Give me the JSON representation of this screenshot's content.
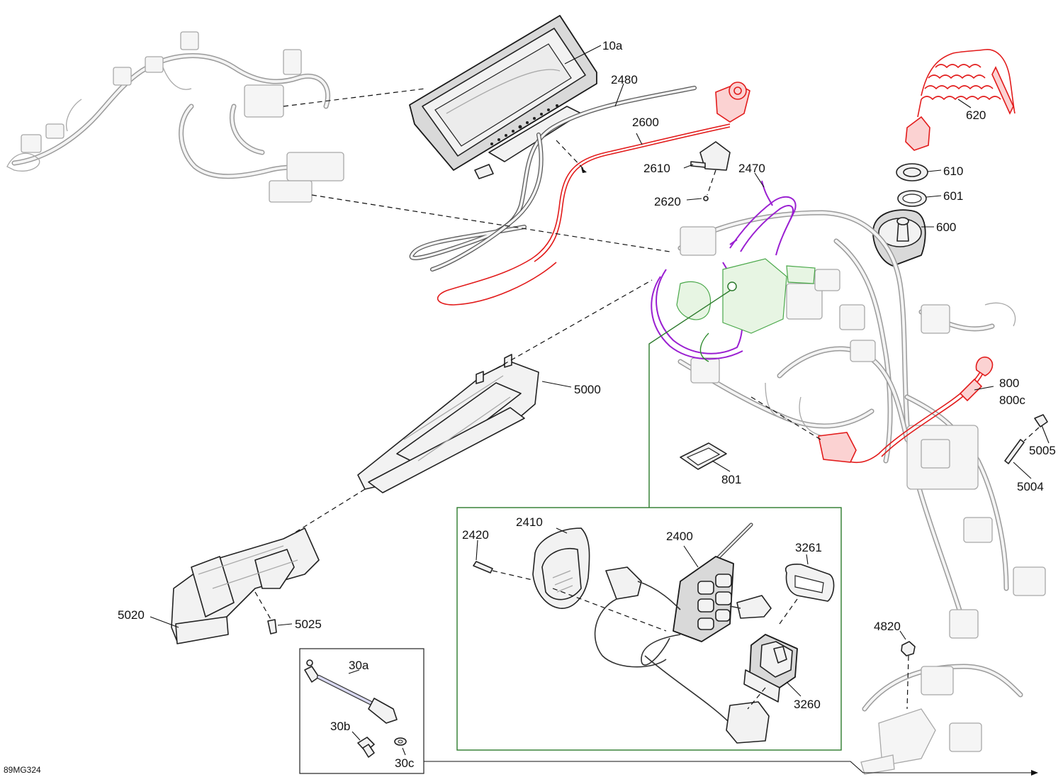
{
  "diagram": {
    "drawing_code": "89MG324",
    "callouts": [
      {
        "id": "10a",
        "text": "10a"
      },
      {
        "id": "2480",
        "text": "2480"
      },
      {
        "id": "2600",
        "text": "2600"
      },
      {
        "id": "2610",
        "text": "2610"
      },
      {
        "id": "2620",
        "text": "2620"
      },
      {
        "id": "2470",
        "text": "2470"
      },
      {
        "id": "620",
        "text": "620"
      },
      {
        "id": "610",
        "text": "610"
      },
      {
        "id": "601",
        "text": "601"
      },
      {
        "id": "600",
        "text": "600"
      },
      {
        "id": "5000",
        "text": "5000"
      },
      {
        "id": "800",
        "text": "800"
      },
      {
        "id": "800c",
        "text": "800c"
      },
      {
        "id": "5005",
        "text": "5005"
      },
      {
        "id": "5004",
        "text": "5004"
      },
      {
        "id": "801",
        "text": "801"
      },
      {
        "id": "2420",
        "text": "2420"
      },
      {
        "id": "2410",
        "text": "2410"
      },
      {
        "id": "2400",
        "text": "2400"
      },
      {
        "id": "3261",
        "text": "3261"
      },
      {
        "id": "3260",
        "text": "3260"
      },
      {
        "id": "5020",
        "text": "5020"
      },
      {
        "id": "5025",
        "text": "5025"
      },
      {
        "id": "4820",
        "text": "4820"
      },
      {
        "id": "30a",
        "text": "30a"
      },
      {
        "id": "30b",
        "text": "30b"
      },
      {
        "id": "30c",
        "text": "30c"
      }
    ],
    "colors": {
      "highlight_red": "#e21b1b",
      "highlight_purple": "#9a1fd1",
      "highlight_green": "#2c8a2c",
      "ghost_gray": "#a8a8a8",
      "ink": "#111111"
    }
  }
}
